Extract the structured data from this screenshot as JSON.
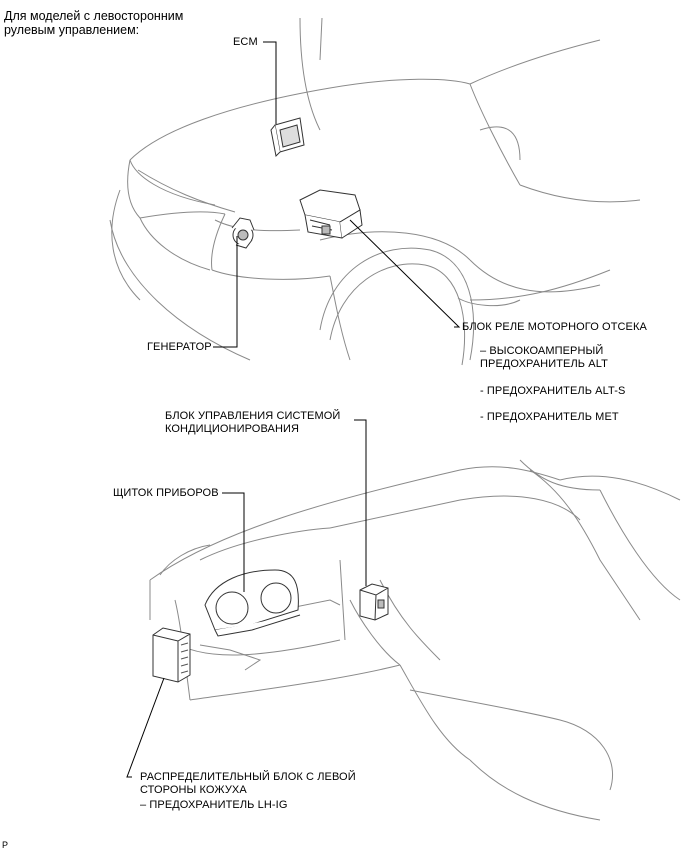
{
  "title": {
    "line1": "Для моделей с левосторонним",
    "line2": "рулевым управлением:"
  },
  "labels": {
    "ecm": "ECM",
    "generator": "ГЕНЕРАТОР",
    "engine_relay_block": "БЛОК РЕЛЕ МОТОРНОГО ОТСЕКА",
    "high_amp_fuse_line1": "– ВЫСОКОАМПЕРНЫЙ",
    "high_amp_fuse_line2": "ПРЕДОХРАНИТЕЛЬ ALT",
    "fuse_alt_s": "- ПРЕДОХРАНИТЕЛЬ ALT-S",
    "fuse_met": "- ПРЕДОХРАНИТЕЛЬ MET",
    "ac_unit_line1": "БЛОК УПРАВЛЕНИЯ СИСТЕМОЙ",
    "ac_unit_line2": "КОНДИЦИОНИРОВАНИЯ",
    "instrument_panel": "ЩИТОК ПРИБОРОВ",
    "junction_block_line1": "РАСПРЕДЕЛИТЕЛЬНЫЙ БЛОК С ЛЕВОЙ",
    "junction_block_line2": "СТОРОНЫ КОЖУХА",
    "fuse_lh_ig": "– ПРЕДОХРАНИТЕЛЬ LH-IG"
  },
  "footer_mark": "P"
}
